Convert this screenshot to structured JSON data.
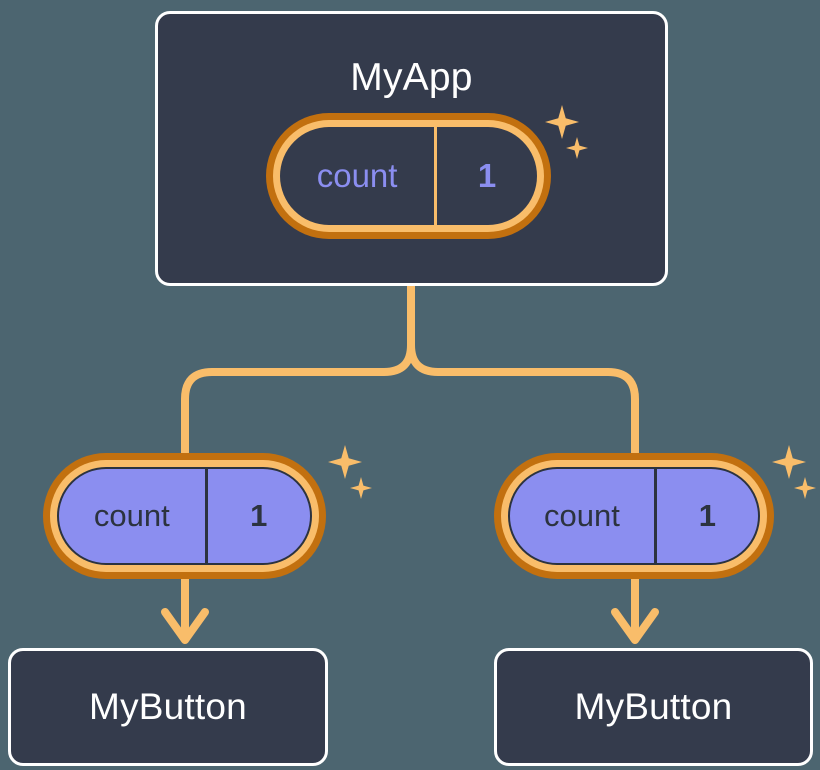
{
  "diagram": {
    "title": "MyApp",
    "background_color": "#4c6570",
    "box_fill": "#343b4c",
    "box_border": "#ffffff",
    "wire_color": "#f9bd6a",
    "pill_outer_ring": "#c2700f",
    "pill_inner_ring": "#f9bd6a",
    "pill_child_fill": "#8b8ef0",
    "state_text_color": "#8b8ef0",
    "sparkle_color": "#f9bd6a"
  },
  "root": {
    "label": "MyApp",
    "state": {
      "key": "count",
      "value": "1"
    }
  },
  "children": [
    {
      "label": "MyButton",
      "state": {
        "key": "count",
        "value": "1"
      }
    },
    {
      "label": "MyButton",
      "state": {
        "key": "count",
        "value": "1"
      }
    }
  ],
  "icons": {
    "sparkle_big": "sparkle-icon",
    "sparkle_small": "sparkle-icon",
    "arrow": "arrow-down-icon"
  }
}
